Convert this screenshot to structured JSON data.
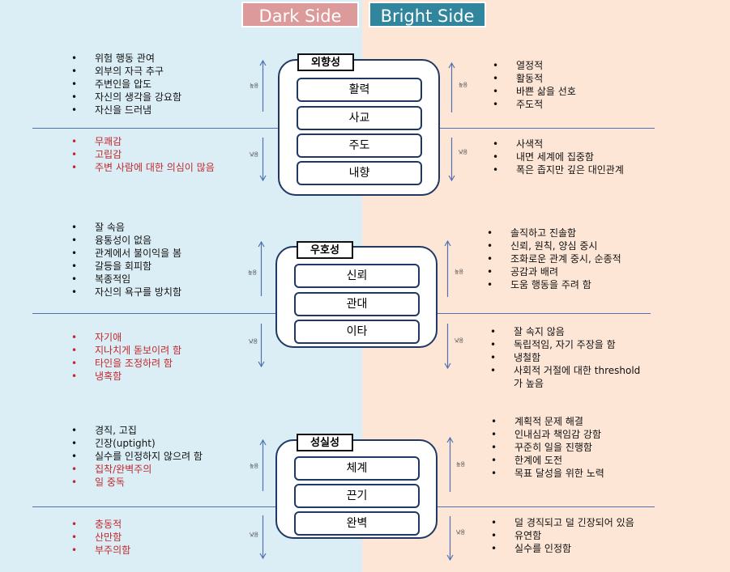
{
  "header": {
    "dark": "Dark Side",
    "bright": "Bright Side"
  },
  "level_labels": {
    "high": "높음",
    "low": "낮음"
  },
  "sections": [
    {
      "title": "외향성",
      "items": [
        "활력",
        "사교",
        "주도",
        "내향"
      ],
      "dark_high": [
        "위험 행동 관여",
        "외부의 자극 추구",
        "주변인을 압도",
        "자신의 생각을 강요함",
        "자신을 드러냄"
      ],
      "dark_low": [
        "무쾌감",
        "고립감",
        "주변 사람에 대한 의심이 많음"
      ],
      "bright_high": [
        "열정적",
        "활동적",
        "바쁜 삶을 선호",
        "주도적"
      ],
      "bright_low": [
        "사색적",
        "내면 세계에 집중함",
        "폭은 좁지만 깊은 대인관계"
      ]
    },
    {
      "title": "우호성",
      "items": [
        "신뢰",
        "관대",
        "이타"
      ],
      "dark_high": [
        "잘 속음",
        "융통성이 없음",
        "관계에서 불이익을 봄",
        "갈등을 회피함",
        "복종적임",
        "자신의 욕구를 방치함"
      ],
      "dark_low": [
        "자기애",
        "지나치게 돋보이려 함",
        "타인을 조정하려 함",
        "냉혹함"
      ],
      "bright_high": [
        "솔직하고 진솔함",
        "신뢰, 원칙, 양심 중시",
        "조화로운 관계 중시, 순종적",
        "공감과 배려",
        "도움 행동을 주려 함"
      ],
      "bright_low": [
        "잘 속지 않음",
        "독립적임, 자기 주장을 함",
        "냉철함",
        "사회적 거절에 대한 threshold 가 높음"
      ]
    },
    {
      "title": "성실성",
      "items": [
        "체계",
        "끈기",
        "완벽"
      ],
      "dark_high": [
        "경직, 고집",
        "긴장(uptight)",
        "실수를 인정하지 않으려 함",
        "집착/완벽주의",
        "일 중독"
      ],
      "dark_low": [
        "충동적",
        "산만함",
        "부주의함"
      ],
      "bright_high": [
        "계획적 문제 해결",
        "인내심과 책임감 강함",
        "꾸준히 일을 진행함",
        "한계에 도전",
        "목표 달성을 위한 노력"
      ],
      "bright_low": [
        "덜 경직되고 덜 긴장되어 있음",
        "유연함",
        "실수를 인정함"
      ]
    }
  ]
}
